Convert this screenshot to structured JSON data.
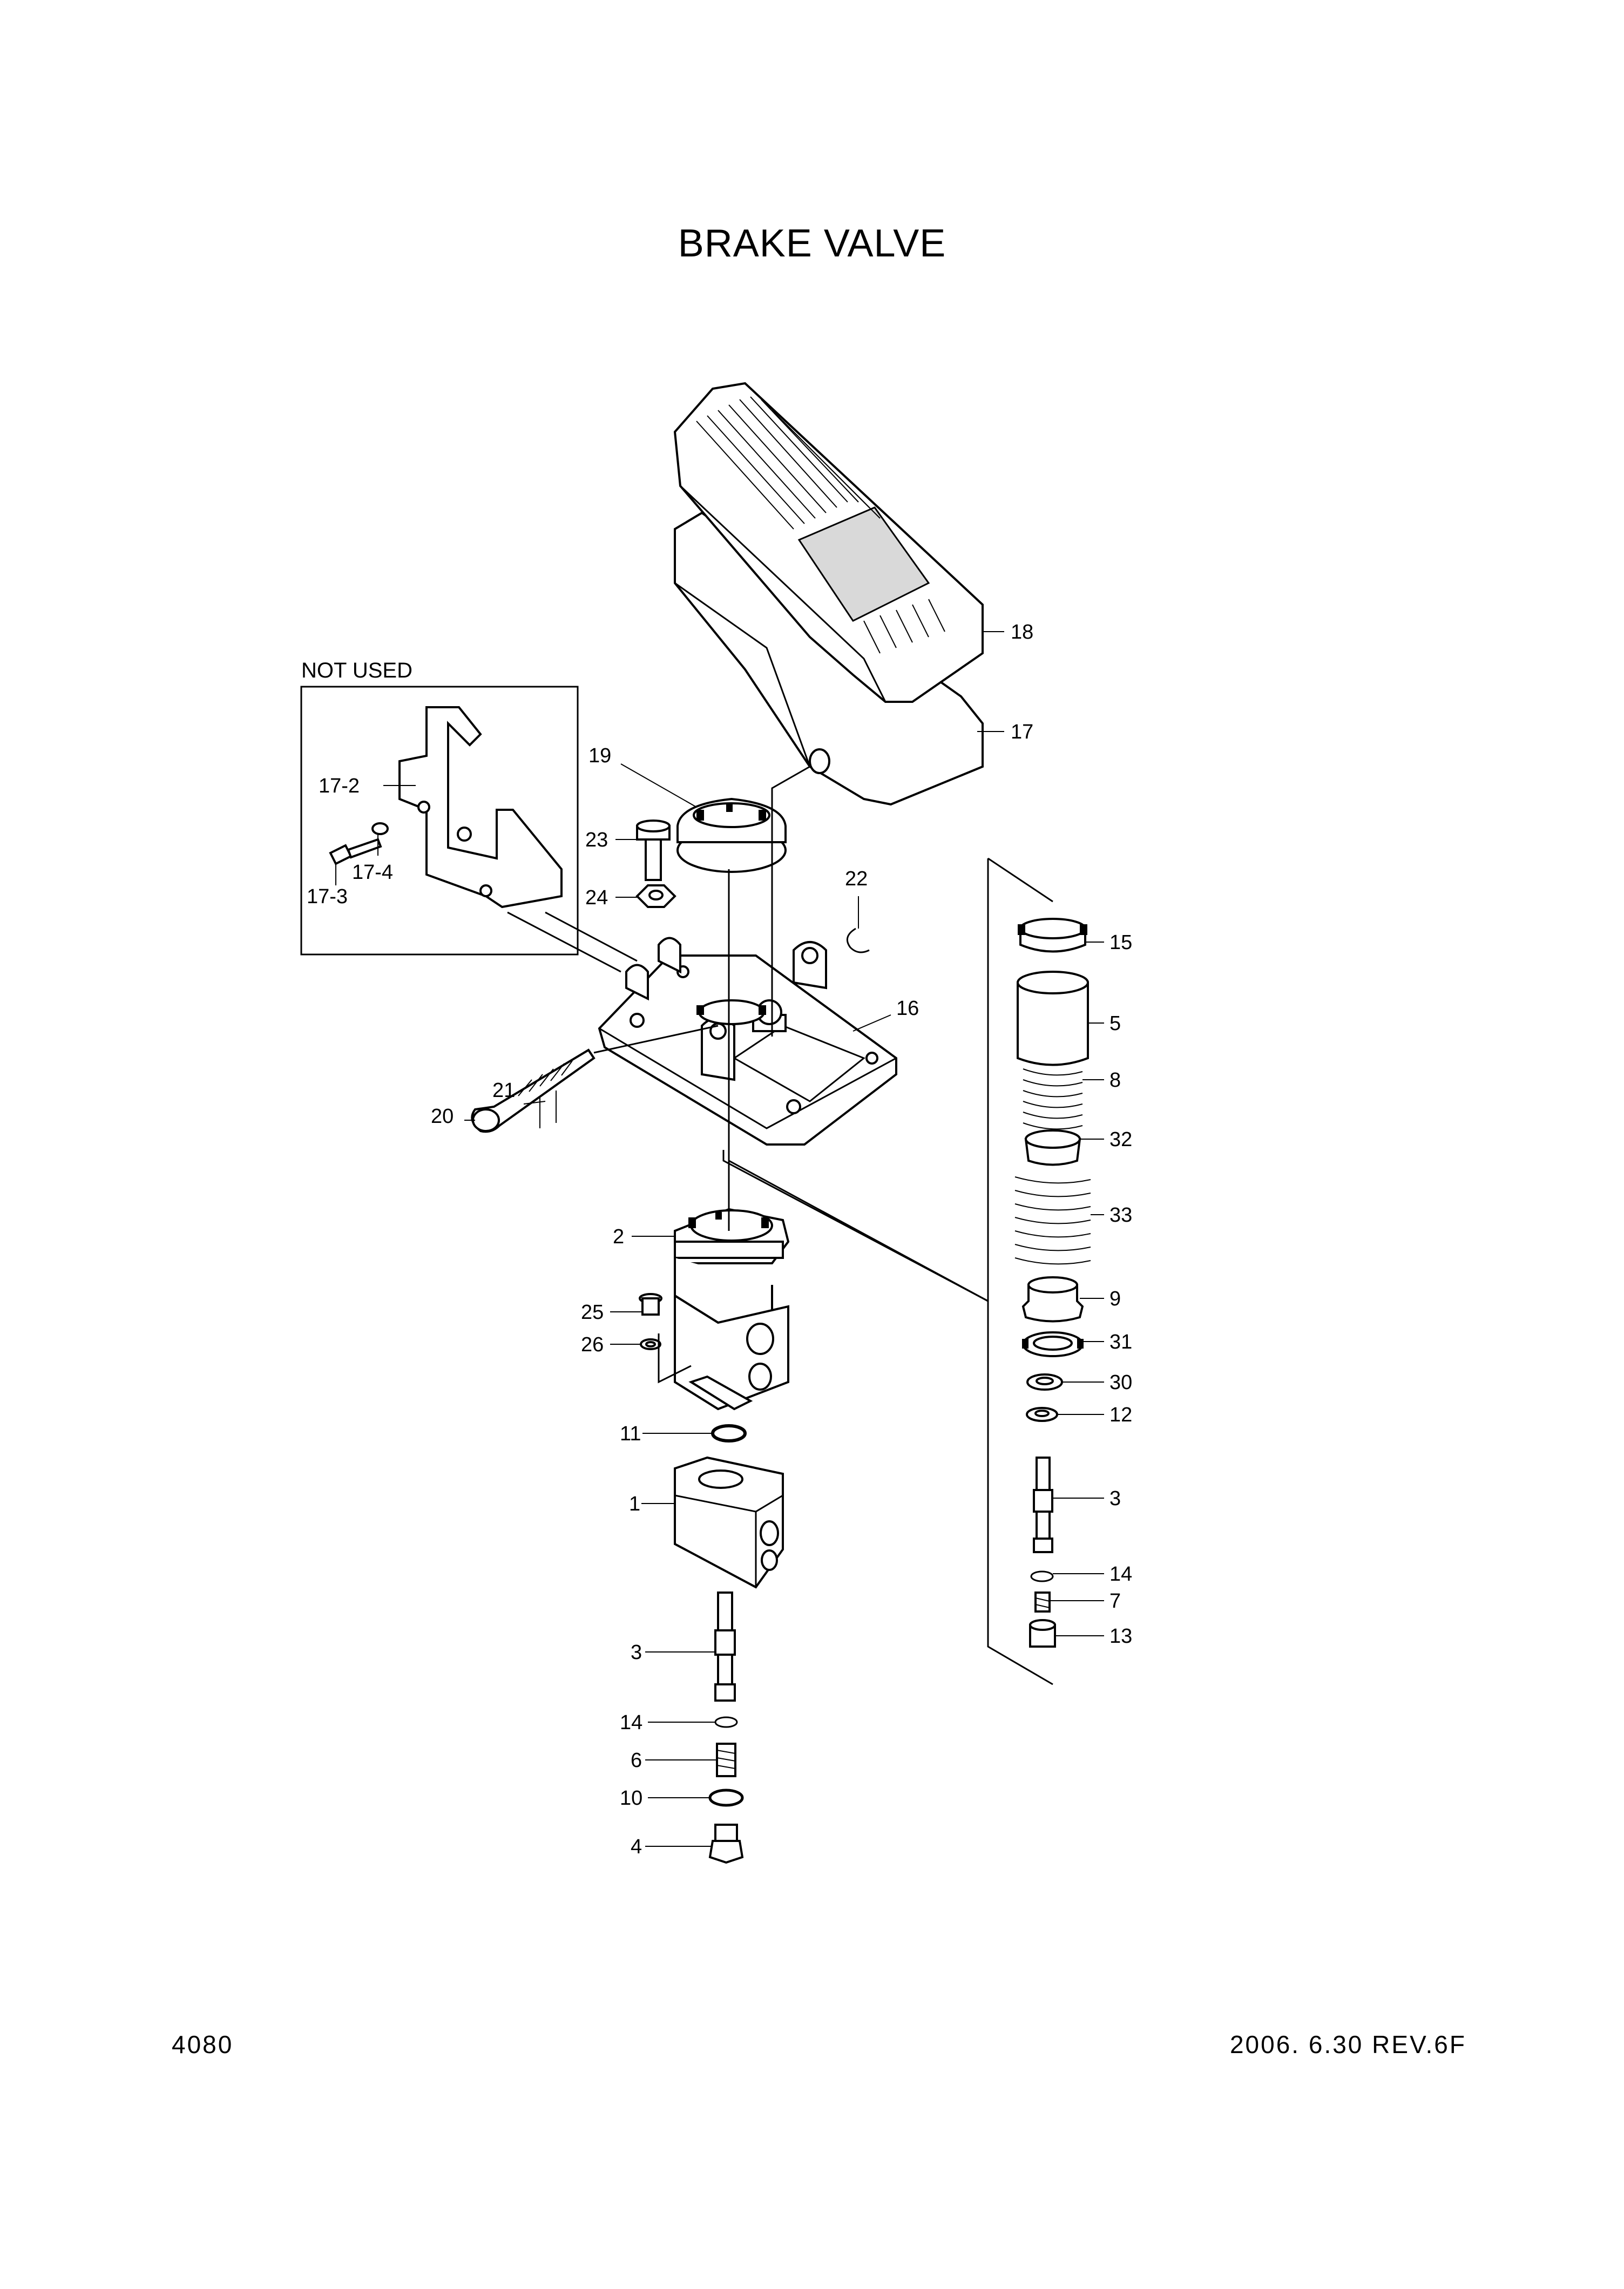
{
  "title": "BRAKE VALVE",
  "page_number": "4080",
  "revision": "2006. 6.30  REV.6F",
  "not_used_label": "NOT USED",
  "callouts": {
    "c1": "1",
    "c2": "2",
    "c3a": "3",
    "c3b": "3",
    "c4": "4",
    "c5": "5",
    "c6": "6",
    "c7": "7",
    "c8": "8",
    "c9": "9",
    "c10": "10",
    "c11": "11",
    "c12": "12",
    "c13": "13",
    "c14a": "14",
    "c14b": "14",
    "c15": "15",
    "c16": "16",
    "c17": "17",
    "c17_2": "17-2",
    "c17_3": "17-3",
    "c17_4": "17-4",
    "c18": "18",
    "c19": "19",
    "c20": "20",
    "c21": "21",
    "c22": "22",
    "c23": "23",
    "c24": "24",
    "c25": "25",
    "c26": "26",
    "c30": "30",
    "c31": "31",
    "c32": "32",
    "c33": "33"
  }
}
